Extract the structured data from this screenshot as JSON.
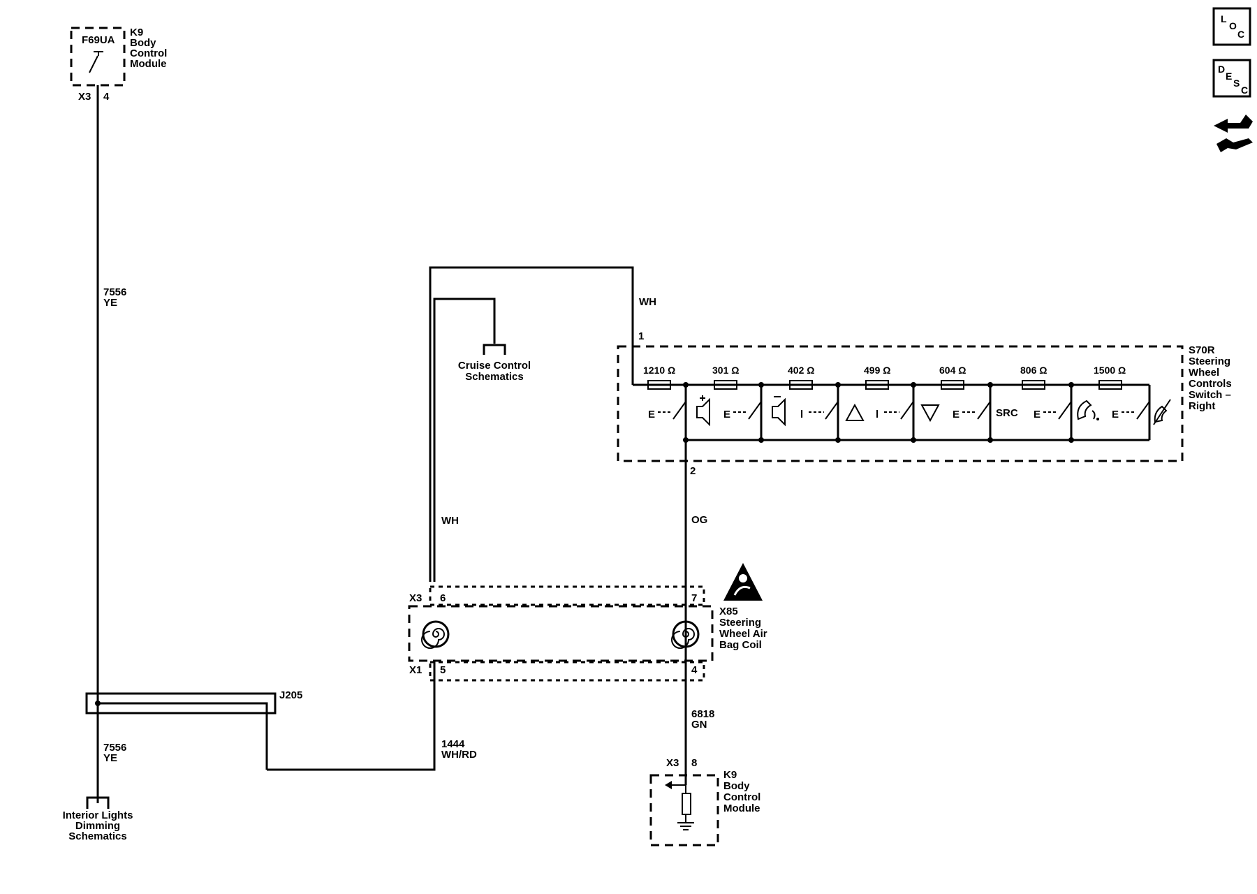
{
  "k9_top": {
    "fuse": "F69UA",
    "module": [
      "K9",
      "Body",
      "Control",
      "Module"
    ],
    "connector": "X3",
    "pin": "4"
  },
  "wire_7556_top": {
    "circuit": "7556",
    "color": "YE"
  },
  "wire_7556_bottom": {
    "circuit": "7556",
    "color": "YE"
  },
  "splice": "J205",
  "interior_lights": [
    "Interior Lights",
    "Dimming",
    "Schematics"
  ],
  "cruise_control": [
    "Cruise Control",
    "Schematics"
  ],
  "wire_wh_upper": "WH",
  "wire_wh_lower": "WH",
  "wire_og": "OG",
  "wire_1444": {
    "circuit": "1444",
    "color": "WH/RD"
  },
  "wire_6818": {
    "circuit": "6818",
    "color": "GN"
  },
  "s70r": {
    "name": [
      "S70R",
      "Steering",
      "Wheel",
      "Controls",
      "Switch –",
      "Right"
    ],
    "pin1": "1",
    "pin2": "2",
    "resistors": [
      "1210 Ω",
      "301 Ω",
      "402 Ω",
      "499 Ω",
      "604 Ω",
      "806 Ω",
      "1500 Ω"
    ],
    "src_label": "SRC"
  },
  "x85": {
    "name": [
      "X85",
      "Steering",
      "Wheel Air",
      "Bag Coil"
    ],
    "conn_top": "X3",
    "conn_bottom": "X1",
    "pin6": "6",
    "pin7": "7",
    "pin5": "5",
    "pin4": "4"
  },
  "k9_bottom": {
    "connector": "X3",
    "pin": "8",
    "module": [
      "K9",
      "Body",
      "Control",
      "Module"
    ]
  },
  "nav": {
    "loc": [
      "L",
      "O",
      "C"
    ],
    "desc": [
      "D",
      "E",
      "S",
      "C"
    ]
  }
}
